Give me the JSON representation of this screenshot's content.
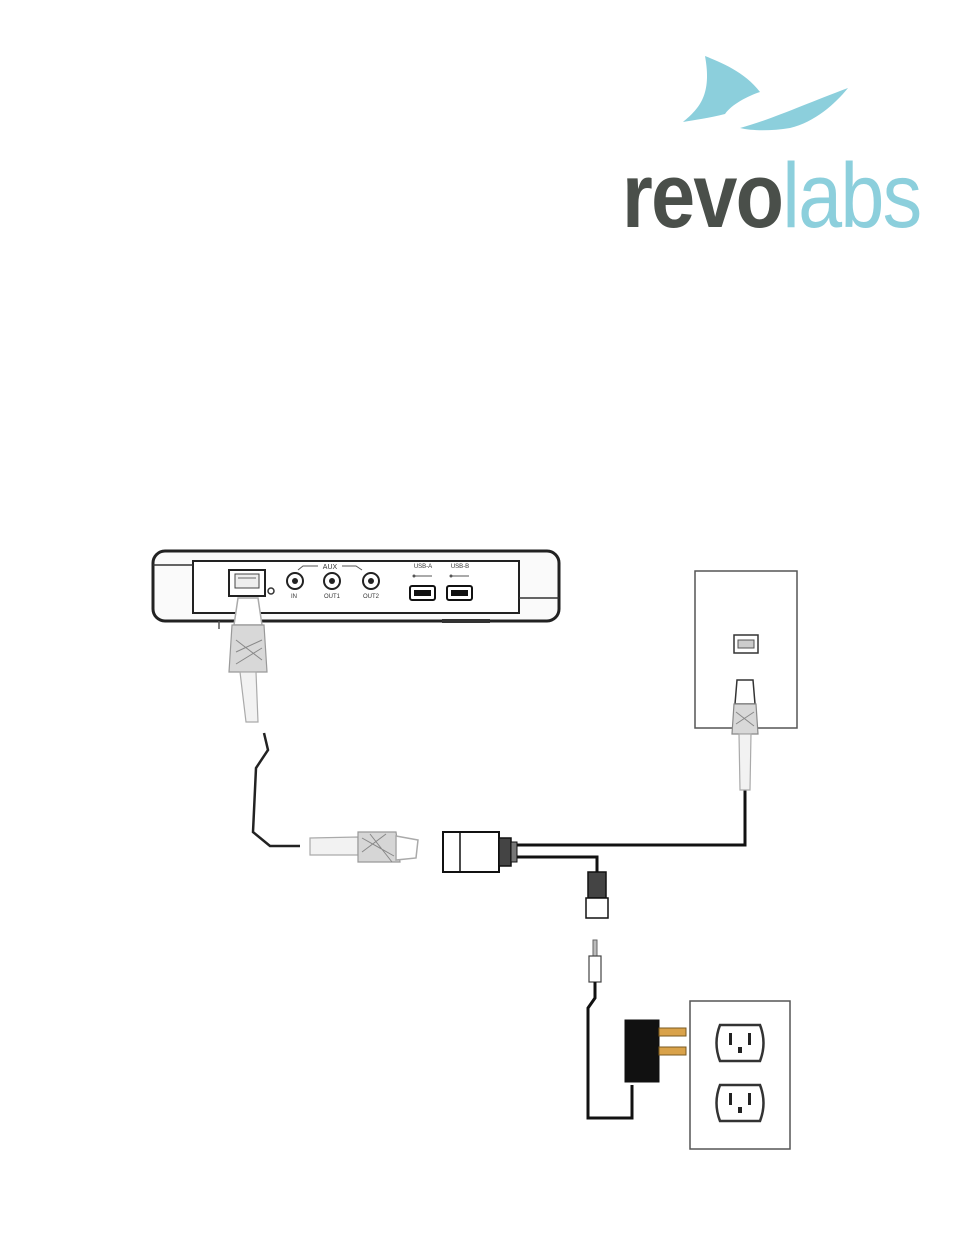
{
  "logo": {
    "part1": "revo",
    "part2": "labs",
    "color_dark": "#4a4f4a",
    "color_accent": "#8ccfdc"
  },
  "device": {
    "labels": {
      "aux": "AUX",
      "in": "IN",
      "out1": "OUT1",
      "out2": "OUT2",
      "usb_a": "USB-A",
      "usb_b": "USB-B"
    }
  },
  "icons": [
    "ethernet-port-icon",
    "usb-port-icon",
    "rj45-plug-icon",
    "power-plug-icon",
    "wall-outlet-icon"
  ]
}
